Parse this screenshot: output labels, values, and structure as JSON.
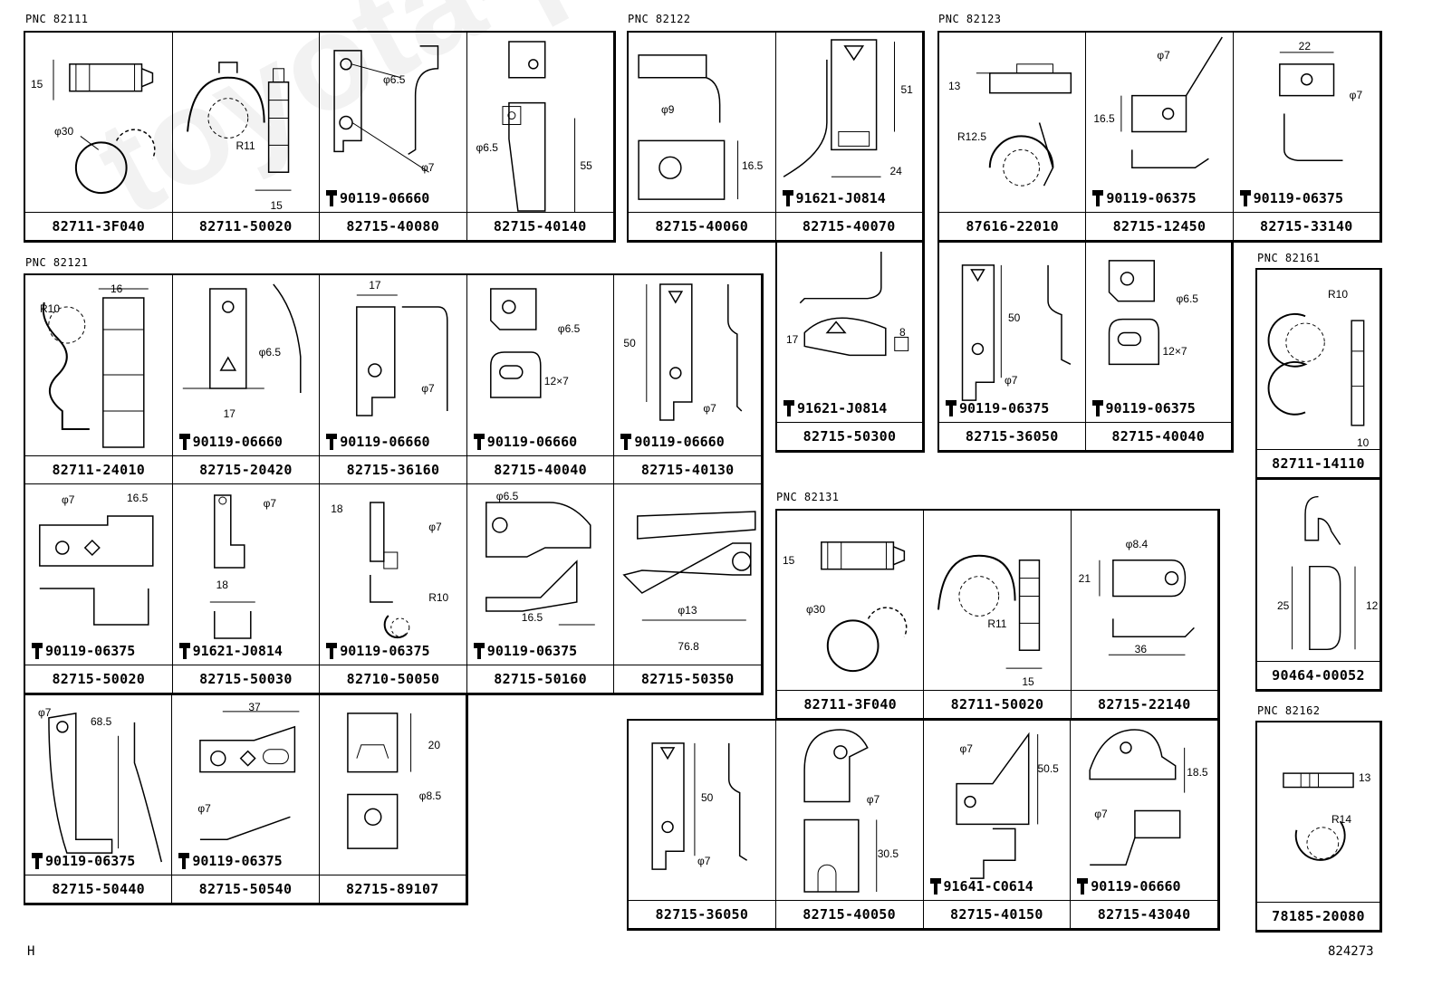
{
  "groups": {
    "g82111": {
      "pnc": "PNC 82111",
      "cells": [
        {
          "part": "82711-3F040",
          "dims": [
            "15",
            "φ30"
          ]
        },
        {
          "part": "82711-50020",
          "dims": [
            "R11",
            "15"
          ]
        },
        {
          "part": "82715-40080",
          "dims": [
            "φ6.5",
            "φ7"
          ],
          "bolt": "90119-06660"
        },
        {
          "part": "82715-40140",
          "dims": [
            "φ6.5",
            "55"
          ]
        }
      ]
    },
    "g82122": {
      "pnc": "PNC 82122",
      "cells": [
        {
          "part": "82715-40060",
          "dims": [
            "φ9",
            "16.5"
          ]
        },
        {
          "part": "82715-40070",
          "dims": [
            "51",
            "24"
          ],
          "bolt": "91621-J0814"
        },
        {
          "part": "82715-50300",
          "dims": [
            "17",
            "8"
          ],
          "bolt": "91621-J0814"
        }
      ]
    },
    "g82123": {
      "pnc": "PNC 82123",
      "cells": [
        {
          "part": "87616-22010",
          "dims": [
            "13",
            "R12.5"
          ]
        },
        {
          "part": "82715-12450",
          "dims": [
            "φ7",
            "16.5"
          ],
          "bolt": "90119-06375"
        },
        {
          "part": "82715-33140",
          "dims": [
            "22",
            "φ7"
          ],
          "bolt": "90119-06375"
        },
        {
          "part": "82715-36050",
          "dims": [
            "50",
            "φ7"
          ],
          "bolt": "90119-06375"
        },
        {
          "part": "82715-40040",
          "dims": [
            "φ6.5",
            "12×7"
          ],
          "bolt": "90119-06375"
        }
      ]
    },
    "g82121": {
      "pnc": "PNC 82121",
      "cells": [
        {
          "part": "82711-24010",
          "dims": [
            "R10",
            "16"
          ]
        },
        {
          "part": "82715-20420",
          "dims": [
            "φ6.5",
            "17"
          ],
          "bolt": "90119-06660"
        },
        {
          "part": "82715-36160",
          "dims": [
            "17",
            "φ7"
          ],
          "bolt": "90119-06660"
        },
        {
          "part": "82715-40040",
          "dims": [
            "φ6.5",
            "12×7"
          ],
          "bolt": "90119-06660"
        },
        {
          "part": "82715-40130",
          "dims": [
            "50",
            "φ7"
          ],
          "bolt": "90119-06660"
        },
        {
          "part": "82715-50020",
          "dims": [
            "φ7",
            "16.5"
          ],
          "bolt": "90119-06375"
        },
        {
          "part": "82715-50030",
          "dims": [
            "φ7",
            "18"
          ],
          "bolt": "91621-J0814"
        },
        {
          "part": "82710-50050",
          "dims": [
            "18",
            "φ7",
            "R10"
          ],
          "bolt": "90119-06375"
        },
        {
          "part": "82715-50160",
          "dims": [
            "φ6.5",
            "16.5"
          ],
          "bolt": "90119-06375"
        },
        {
          "part": "82715-50350",
          "dims": [
            "φ13",
            "76.8"
          ]
        },
        {
          "part": "82715-50440",
          "dims": [
            "φ7",
            "68.5"
          ],
          "bolt": "90119-06375"
        },
        {
          "part": "82715-50540",
          "dims": [
            "37",
            "φ7"
          ],
          "bolt": "90119-06375"
        },
        {
          "part": "82715-89107",
          "dims": [
            "20",
            "φ8.5"
          ]
        }
      ]
    },
    "g82161": {
      "pnc": "PNC 82161",
      "cells": [
        {
          "part": "82711-14110",
          "dims": [
            "R10",
            "10"
          ]
        },
        {
          "part": "90464-00052",
          "dims": [
            "25",
            "12"
          ]
        }
      ]
    },
    "g82131": {
      "pnc": "PNC 82131",
      "cells": [
        {
          "part": "82711-3F040",
          "dims": [
            "15",
            "φ30"
          ]
        },
        {
          "part": "82711-50020",
          "dims": [
            "R11",
            "15"
          ]
        },
        {
          "part": "82715-22140",
          "dims": [
            "φ8.4",
            "21",
            "36"
          ]
        },
        {
          "part": "82715-36050",
          "dims": [
            "50",
            "φ7"
          ]
        },
        {
          "part": "82715-40050",
          "dims": [
            "φ7",
            "30.5"
          ]
        },
        {
          "part": "82715-40150",
          "dims": [
            "φ7",
            "50.5"
          ],
          "bolt": "91641-C0614"
        },
        {
          "part": "82715-43040",
          "dims": [
            "18.5",
            "φ7"
          ],
          "bolt": "90119-06660"
        }
      ]
    },
    "g82162": {
      "pnc": "PNC 82162",
      "cells": [
        {
          "part": "78185-20080",
          "dims": [
            "13",
            "R14"
          ]
        }
      ]
    }
  },
  "footer": {
    "left": "H",
    "right": "824273"
  },
  "watermark": "toyota-parts"
}
